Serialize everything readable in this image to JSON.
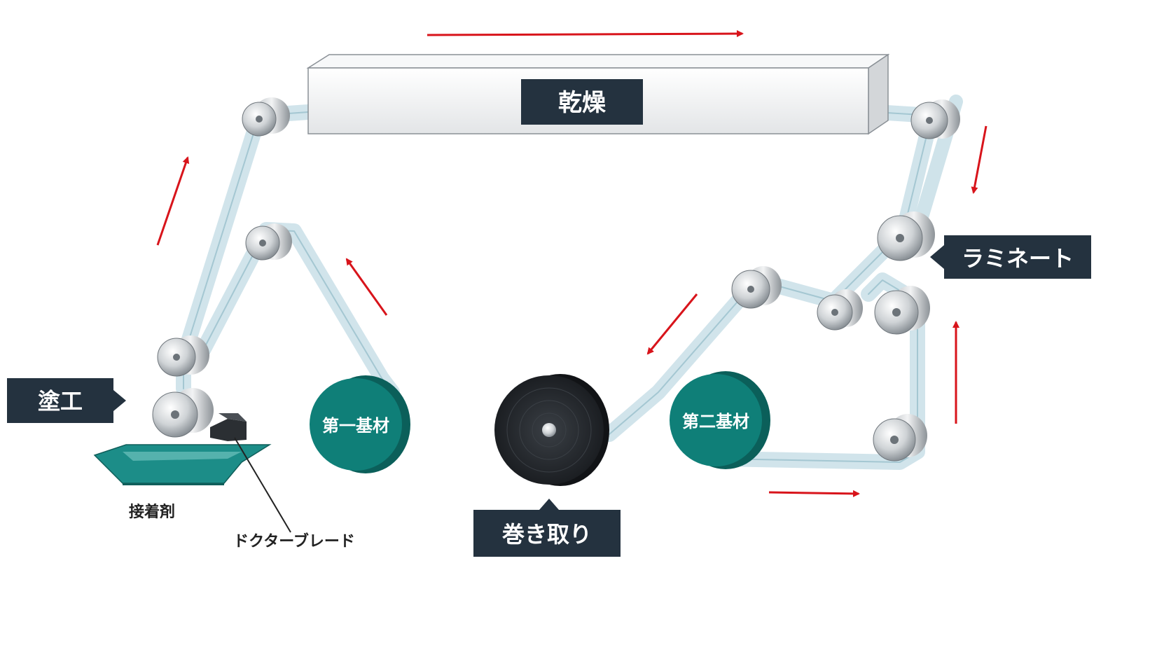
{
  "labels": {
    "drying": "乾燥",
    "coating": "塗工",
    "laminate": "ラミネート",
    "winding": "巻き取り",
    "adhesive": "接着剤",
    "doctor_blade": "ドクターブレード",
    "first_substrate": "第一基材",
    "second_substrate": "第二基材"
  },
  "colors": {
    "tag_background": "#24323f",
    "substrate_roll": "#0f7f78",
    "wound_roll": "#2a2e33",
    "film": "#cfe3ea",
    "arrow": "#d8141b",
    "adhesive_tray": "#1c8d88",
    "dryer": "#f4f5f6"
  },
  "icons": [
    "roller-icon",
    "flow-arrow-icon",
    "doctor-blade-icon",
    "adhesive-tray-icon"
  ]
}
